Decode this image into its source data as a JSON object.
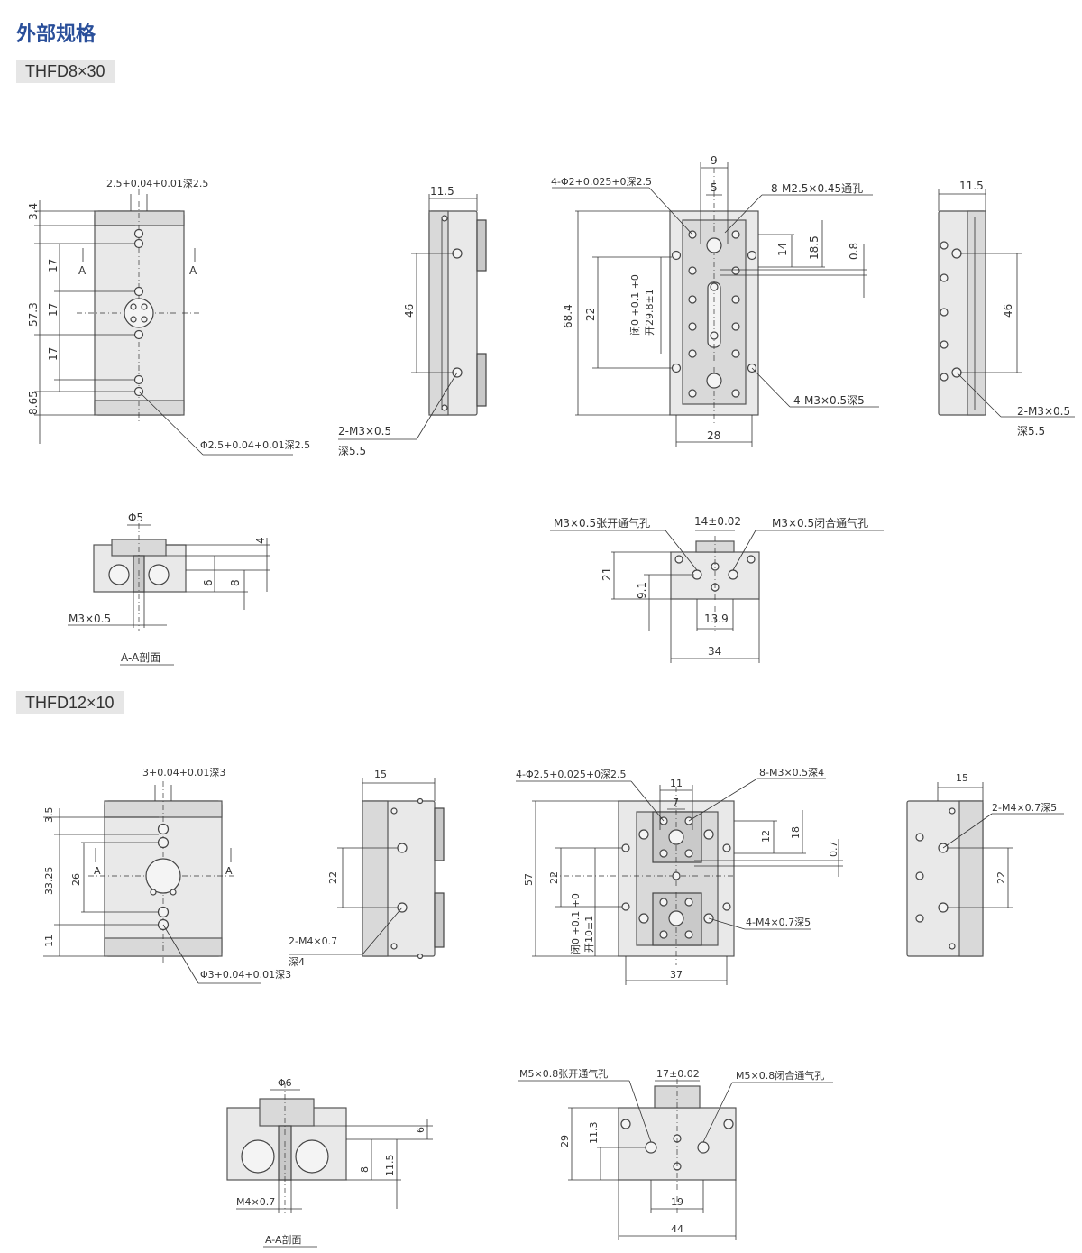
{
  "page": {
    "title": "外部规格"
  },
  "models": [
    {
      "name": "THFD8×30",
      "labels": {
        "top_hole": "2.5+0.04+0.01深2.5",
        "bottom_hole": "Φ2.5+0.04+0.01深2.5",
        "front_dims": [
          "3.4",
          "17",
          "57.3",
          "17",
          "17",
          "8.65"
        ],
        "section_mark": "A",
        "side_width": "11.5",
        "side_height": "46",
        "side_tap": "2-M3×0.5",
        "side_tap_depth": "深5.5",
        "top_pins": "4-Φ2+0.025+0深2.5",
        "top_dim9": "9",
        "top_dim5": "5",
        "top_taps": "8-M2.5×0.45通孔",
        "top_dim14": "14",
        "top_dim185": "18.5",
        "top_dim08": "0.8",
        "top_dim684": "68.4",
        "top_dim22": "22",
        "stroke_closed": "闭0 +0.1 +0",
        "stroke_open": "开29.8±1",
        "top_m3": "4-M3×0.5深5",
        "top_dim28": "28",
        "right_width": "11.5",
        "right_height": "46",
        "right_tap": "2-M3×0.5",
        "right_tap_depth": "深5.5",
        "sec_phi": "Φ5",
        "sec_dims": [
          "4",
          "6",
          "8"
        ],
        "sec_port": "M3×0.5",
        "sec_caption": "A-A剖面",
        "end_open_port": "M3×0.5张开通气孔",
        "end_jaw": "14±0.02",
        "end_close_port": "M3×0.5闭合通气孔",
        "end_dims": [
          "21",
          "9.1",
          "13.9",
          "34"
        ]
      }
    },
    {
      "name": "THFD12×10",
      "labels": {
        "top_hole": "3+0.04+0.01深3",
        "bottom_hole": "Φ3+0.04+0.01深3",
        "front_dims": [
          "3.5",
          "26",
          "33.25",
          "11"
        ],
        "section_mark": "A",
        "side_width": "15",
        "side_height": "22",
        "side_tap": "2-M4×0.7",
        "side_tap_depth": "深4",
        "top_pins": "4-Φ2.5+0.025+0深2.5",
        "top_dim11": "11",
        "top_dim7": "7",
        "top_taps": "8-M3×0.5深4",
        "top_dim12": "12",
        "top_dim18": "18",
        "top_dim07": "0.7",
        "top_dim57": "57",
        "top_dim22": "22",
        "stroke_closed": "闭0 +0.1 +0",
        "stroke_open": "开10±1",
        "top_m4": "4-M4×0.7深5",
        "top_dim37": "37",
        "right_width": "15",
        "right_tap": "2-M4×0.7深5",
        "right_height": "22",
        "sec_phi": "Φ6",
        "sec_dims": [
          "6",
          "8",
          "11.5"
        ],
        "sec_port": "M4×0.7",
        "sec_caption": "A-A剖面",
        "end_open_port": "M5×0.8张开通气孔",
        "end_jaw": "17±0.02",
        "end_close_port": "M5×0.8闭合通气孔",
        "end_dims": [
          "29",
          "11.3",
          "19",
          "44"
        ]
      }
    }
  ]
}
